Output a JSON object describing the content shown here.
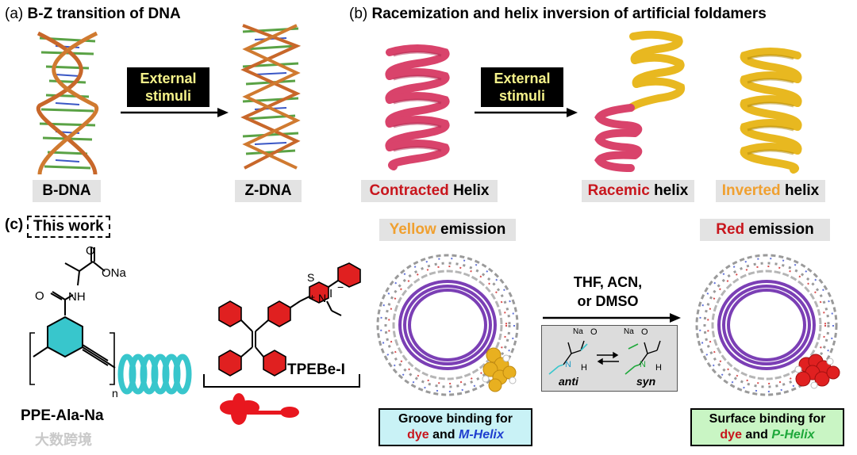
{
  "panel_a": {
    "label": "(a)",
    "title": "B-Z transition of DNA",
    "arrow_box": [
      "External",
      "stimuli"
    ],
    "b_dna_label": "B-DNA",
    "z_dna_label": "Z-DNA"
  },
  "panel_b": {
    "label": "(b)",
    "title": "Racemization and helix inversion of artificial foldamers",
    "arrow_box": [
      "External",
      "stimuli"
    ],
    "contracted": {
      "colored": "Contracted",
      "rest": " Helix"
    },
    "racemic": {
      "colored": "Racemic",
      "rest": " helix"
    },
    "inverted": {
      "colored": "Inverted",
      "rest": " helix"
    }
  },
  "panel_c": {
    "label": "(c)",
    "this_work": "This work",
    "polymer_label": "PPE-Ala-Na",
    "polymer_ona": "ONa",
    "polymer_nh": "NH",
    "polymer_o1": "O",
    "polymer_o2": "O",
    "polymer_n": "n",
    "dye_label": "TPEBe-I",
    "dye_s": "S",
    "dye_n": "N",
    "dye_iodide": "I",
    "dye_plus": "+",
    "dye_minus": "−",
    "yellow_emission": {
      "colored": "Yellow",
      "rest": " emission"
    },
    "red_emission": {
      "colored": "Red",
      "rest": " emission"
    },
    "conditions": [
      "THF, ACN,",
      "or DMSO"
    ],
    "equilibrium": {
      "anti": "anti",
      "syn": "syn",
      "na_left": "Na",
      "na_right": "Na",
      "o_left": "O",
      "o_right": "O",
      "n_left": "N",
      "n_right": "N",
      "h_left": "H",
      "h_right": "H"
    },
    "groove_binding": {
      "line1": "Groove binding for",
      "dye": "dye",
      "and": " and ",
      "helix": "M-Helix"
    },
    "surface_binding": {
      "line1": "Surface binding for",
      "dye": "dye",
      "and": " and ",
      "helix": "P-Helix"
    }
  },
  "watermark": "大数跨境",
  "colors": {
    "helix_red": "#d9436b",
    "helix_yellow": "#e8b820",
    "cyan": "#38c6cc",
    "purple": "#7b3fb5",
    "label_red": "#c8161d",
    "label_orange": "#f0a030",
    "blue": "#1f3ecf",
    "green": "#1ea83a",
    "callout_cyan": "#c9f2f6",
    "callout_green": "#c9f5c4"
  }
}
